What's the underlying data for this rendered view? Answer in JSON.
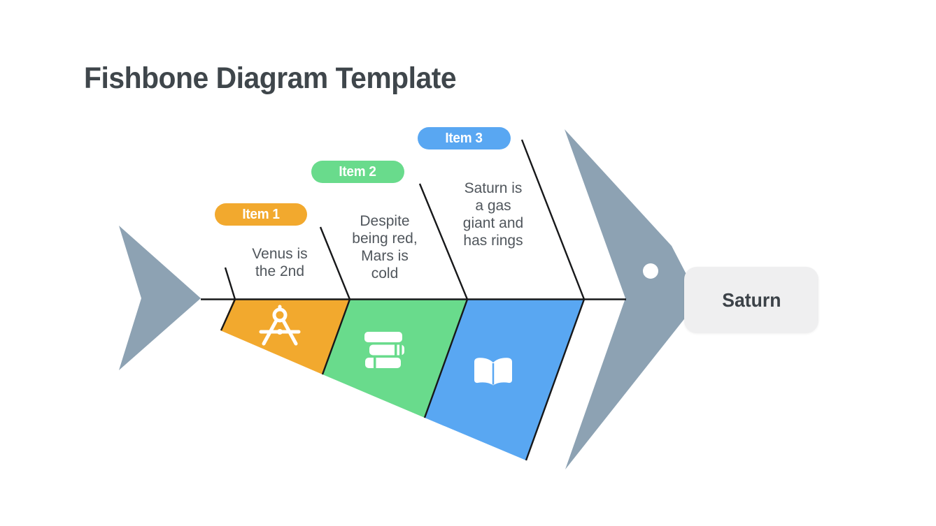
{
  "title": "Fishbone Diagram Template",
  "fish": {
    "head_label": "Saturn",
    "body_color": "#8DA2B3",
    "line_color": "#17181A",
    "head_label_bg": "#EFEFF0",
    "eye_color": "#FFFFFF"
  },
  "branches": [
    {
      "label": "Item 1",
      "note": "Venus is\nthe 2nd",
      "color": "#F2A92E",
      "icon": "drafting-compass-icon"
    },
    {
      "label": "Item 2",
      "note": "Despite\nbeing red,\nMars is\ncold",
      "color": "#69DB8C",
      "icon": "book-stack-icon"
    },
    {
      "label": "Item 3",
      "note": "Saturn is\na gas\ngiant and\nhas rings",
      "color": "#59A7F2",
      "icon": "open-book-icon"
    }
  ]
}
